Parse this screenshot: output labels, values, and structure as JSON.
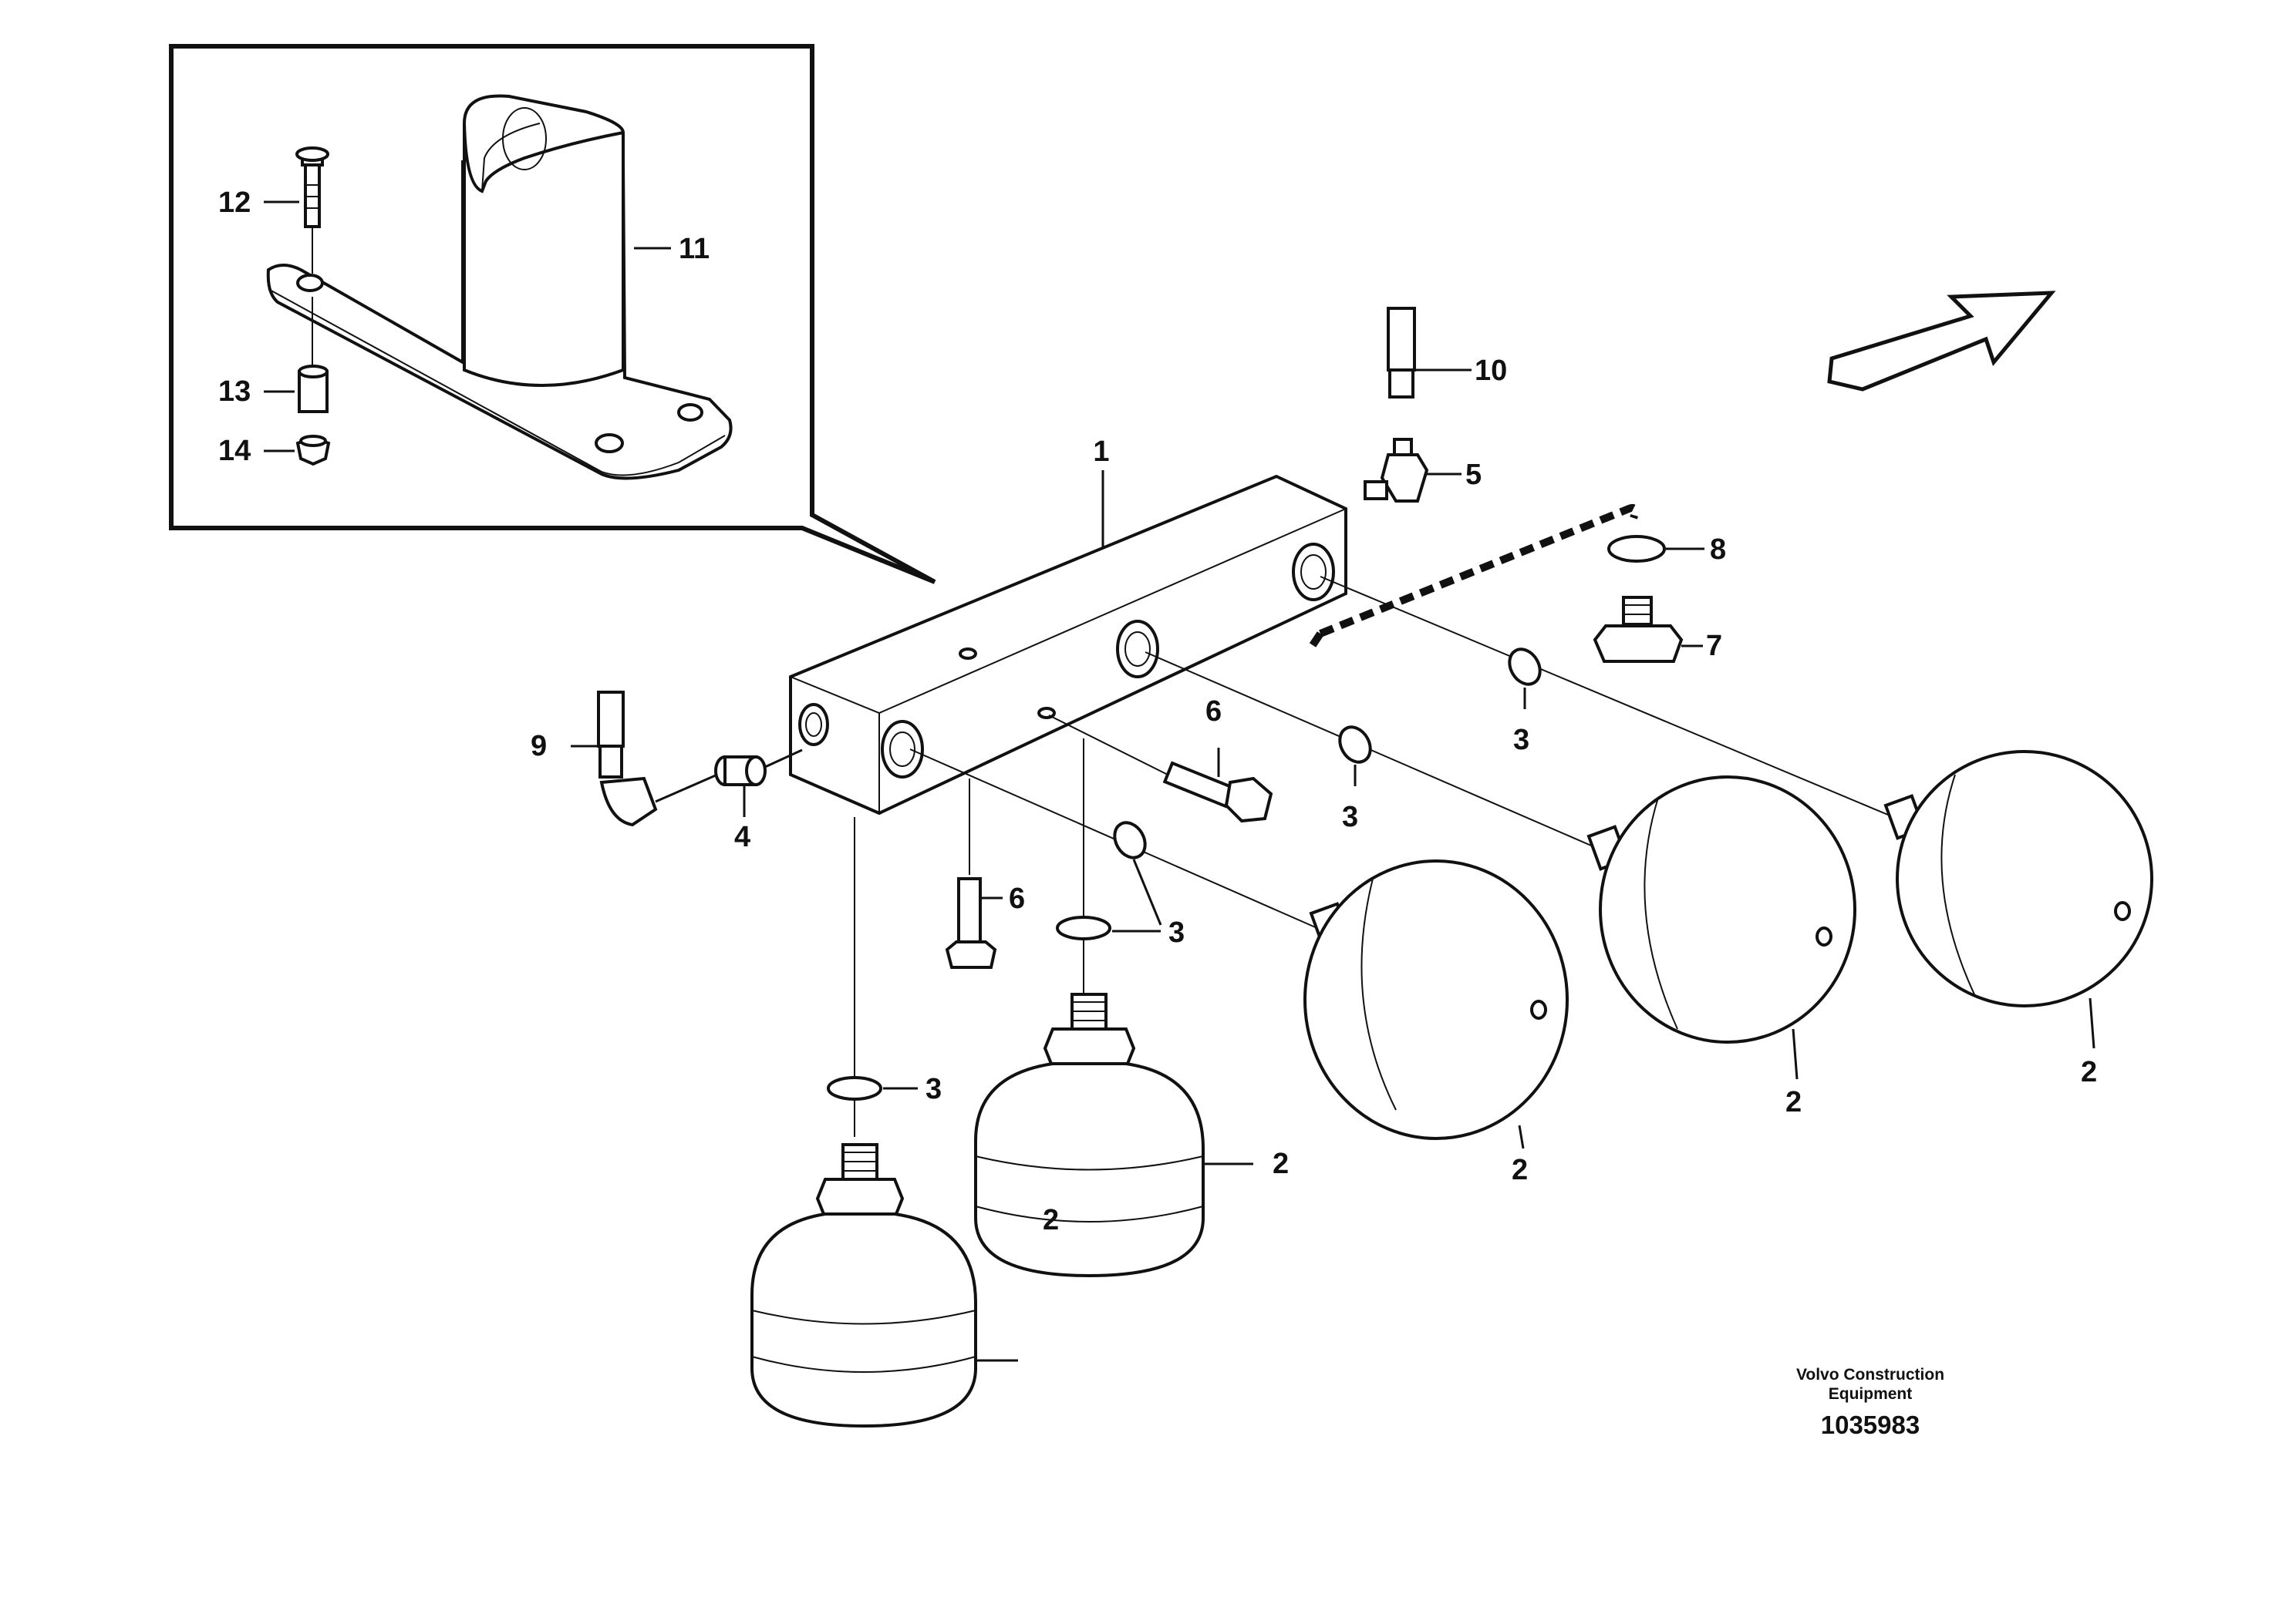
{
  "labels": {
    "block": "1",
    "accumulator": "2",
    "oring": "3",
    "nipple_left": "4",
    "elbow_right": "5",
    "screw": "6",
    "plug": "7",
    "seal": "8",
    "hose_left": "9",
    "hose_right": "10",
    "bracket": "11",
    "bolt": "12",
    "spacer": "13",
    "nut": "14"
  },
  "caption": {
    "line1": "Volvo Construction",
    "line2": "Equipment",
    "number": "1035983"
  }
}
